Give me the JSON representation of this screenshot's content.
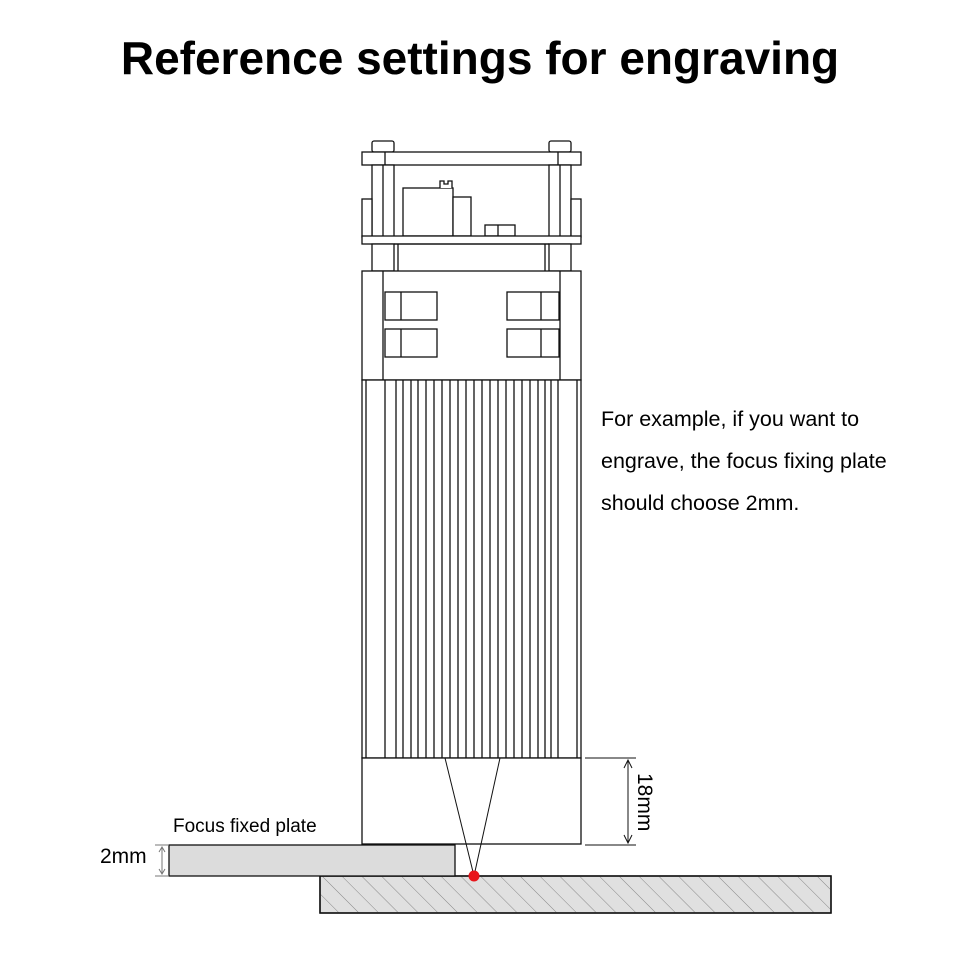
{
  "title": "Reference settings for engraving",
  "description": "For example, if you want to engrave, the focus fixing plate should choose 2mm.",
  "labels": {
    "focus_plate": "Focus fixed plate",
    "plate_thickness": "2mm",
    "focus_distance": "18mm"
  },
  "colors": {
    "laser_dot": "#e8151b",
    "plate_fill": "#dcdcdc",
    "outline": "#111111"
  }
}
